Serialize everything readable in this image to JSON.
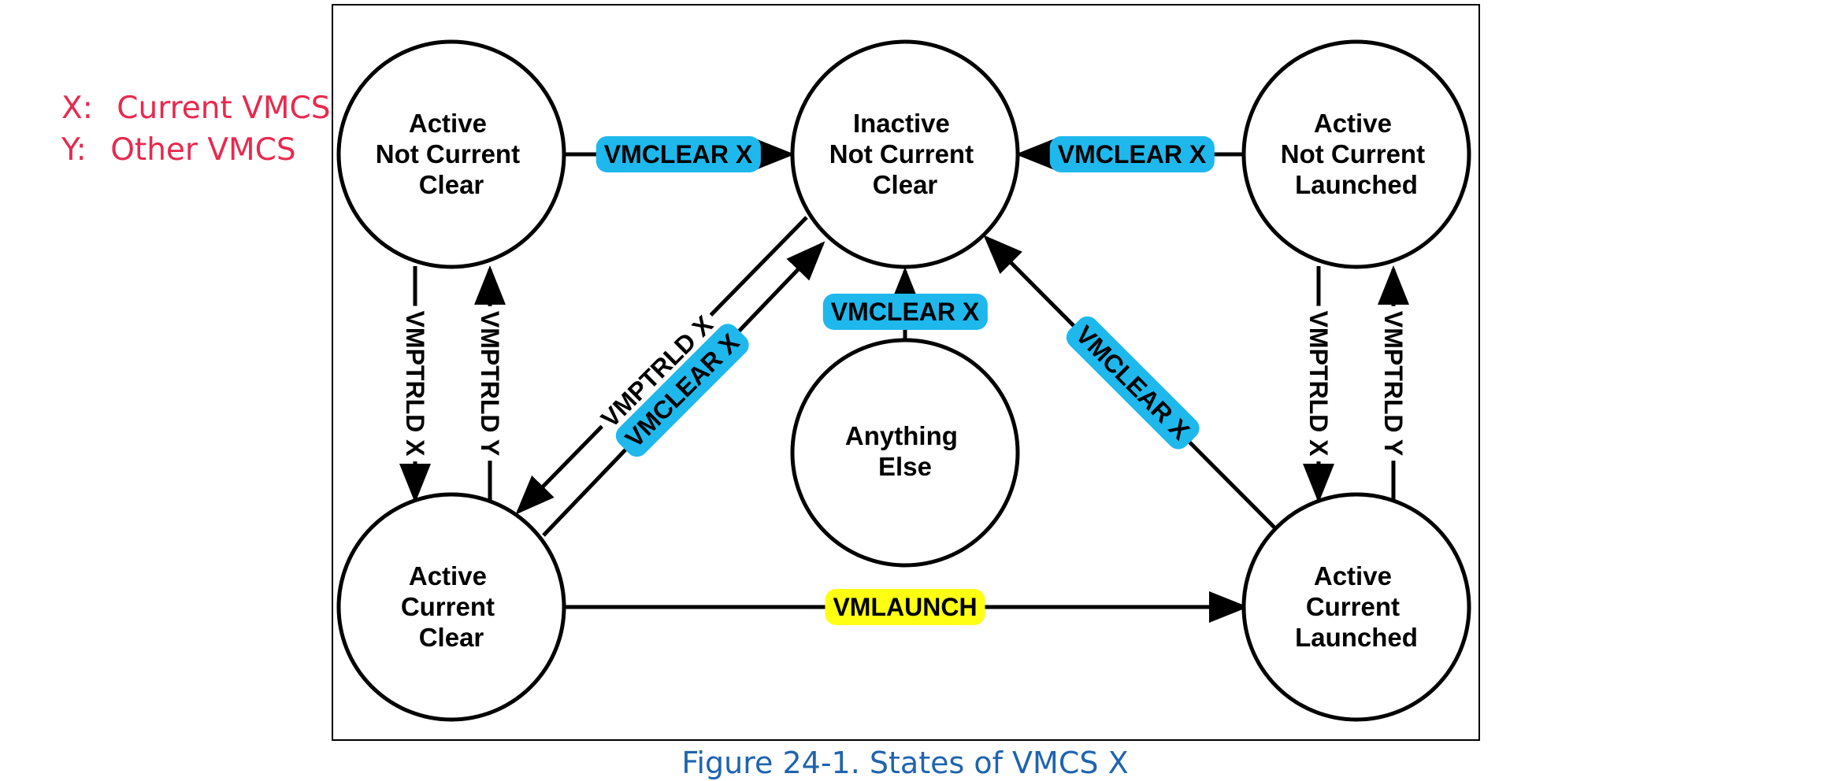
{
  "legend": [
    {
      "key": "X:",
      "desc": "Current VMCS"
    },
    {
      "key": "Y:",
      "desc": "Other VMCS"
    }
  ],
  "caption": "Figure 24-1.  States of VMCS X",
  "colors": {
    "legend_text": "#e8294e",
    "caption_text": "#1f64ae",
    "vmclear_highlight": "#1fb8ec",
    "vmlaunch_highlight": "#ffff14",
    "stroke": "#000000"
  },
  "states": {
    "active_not_current_clear": [
      "Active",
      "Not Current",
      "Clear"
    ],
    "inactive_not_current_clear": [
      "Inactive",
      "Not Current",
      "Clear"
    ],
    "active_not_current_launched": [
      "Active",
      "Not Current",
      "Launched"
    ],
    "anything_else": [
      "Anything",
      "Else"
    ],
    "active_current_clear": [
      "Active",
      "Current",
      "Clear"
    ],
    "active_current_launched": [
      "Active",
      "Current",
      "Launched"
    ]
  },
  "transitions": {
    "anc_clear_to_inactive": "VMCLEAR X",
    "anc_launched_to_inactive": "VMCLEAR X",
    "anything_else_to_inactive": "VMCLEAR X",
    "anc_clear_to_ac_clear": "VMPTRLD X",
    "ac_clear_to_anc_clear": "VMPTRLD Y",
    "inactive_to_ac_clear": "VMPTRLD X",
    "ac_clear_to_inactive": "VMCLEAR X",
    "ac_launched_to_inactive": "VMCLEAR X",
    "anc_launched_to_ac_launched": "VMPTRLD X",
    "ac_launched_to_anc_launched": "VMPTRLD Y",
    "ac_clear_to_ac_launched": "VMLAUNCH"
  }
}
